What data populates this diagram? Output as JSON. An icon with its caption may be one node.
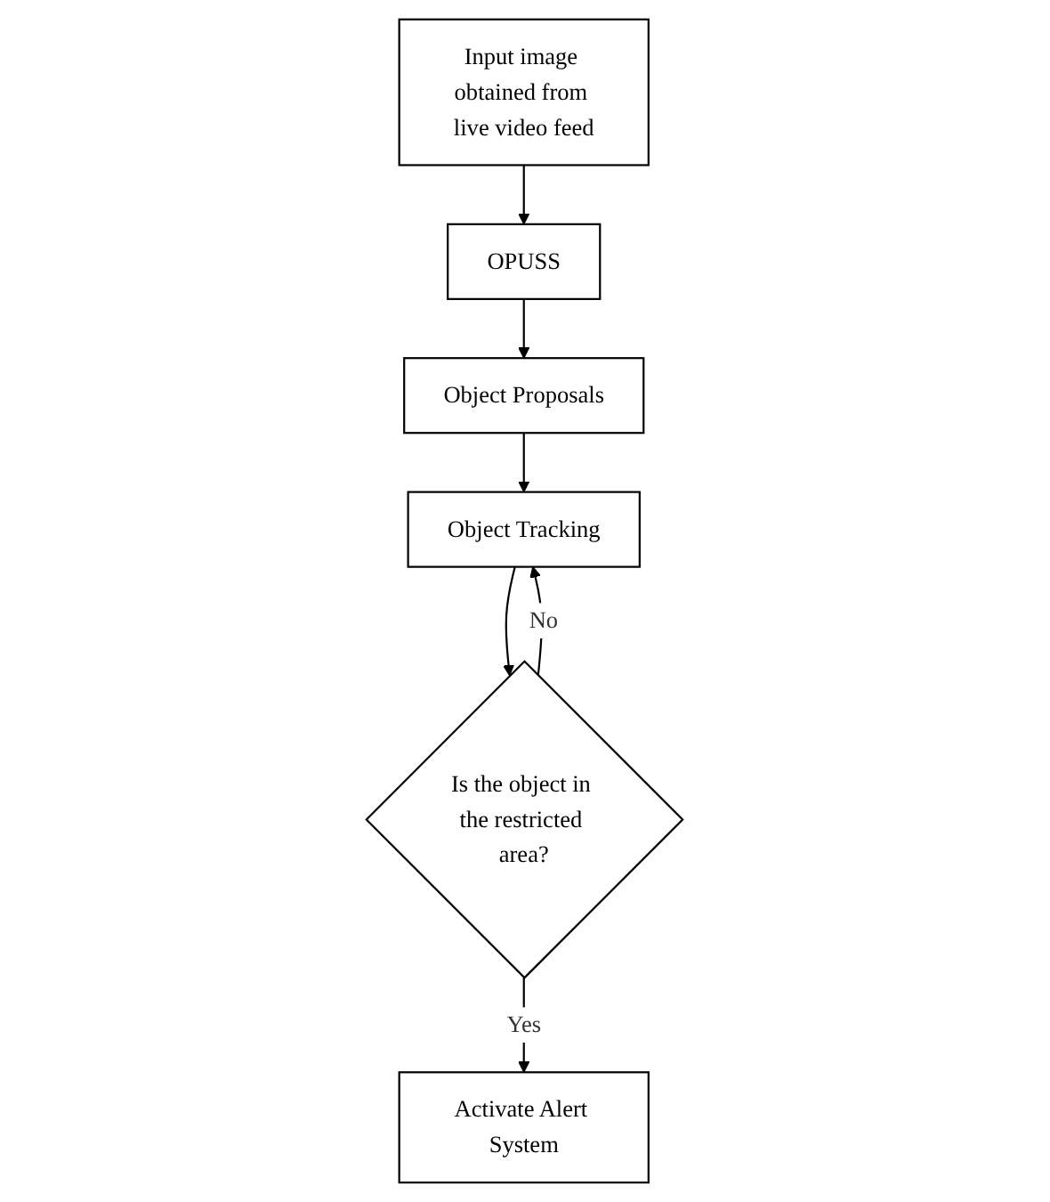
{
  "diagram": {
    "nodes": [
      {
        "text": [
          "Input image obtained from live video feed"
        ]
      },
      {
        "text": [
          "OPUSS"
        ]
      },
      {
        "text": [
          "Object Proposals"
        ]
      },
      {
        "text": [
          "Object Tracking"
        ]
      },
      {
        "text": [
          "Is the object in the restricted area?"
        ]
      },
      {
        "text": [
          "Activate Alert System"
        ]
      }
    ],
    "edges": [
      {
        "from": 0,
        "to": 1,
        "arrow": "to"
      },
      {
        "from": 1,
        "to": 2,
        "arrow": "to"
      },
      {
        "from": 2,
        "to": 3,
        "arrow": "to"
      },
      {
        "from": 3,
        "to": 4,
        "arrow": "to"
      },
      {
        "from": 4,
        "to": 3,
        "arrow": "to",
        "label": "No"
      },
      {
        "from": 4,
        "to": 5,
        "arrow": "to",
        "label": "Yes"
      }
    ]
  }
}
